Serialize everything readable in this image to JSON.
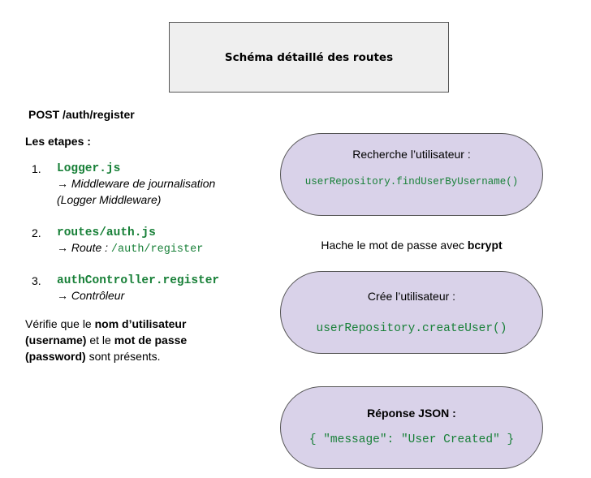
{
  "title": "Schéma détaillé des routes",
  "endpoint": "POST /auth/register",
  "steps_heading": "Les etapes  :",
  "steps": [
    {
      "num": "1.",
      "code": "Logger.js",
      "desc_line1": "→ Middleware de journalisation",
      "desc_line2": "(Logger Middleware)"
    },
    {
      "num": "2.",
      "code": "routes/auth.js",
      "desc_prefix": "→ Route : ",
      "route": "/auth/register"
    },
    {
      "num": "3.",
      "code": "authController.register",
      "desc_line1": "→ Contrôleur"
    }
  ],
  "verification": {
    "t1": "Vérifie que le ",
    "b1": "nom d’utilisateur (username)",
    "t2": " et le ",
    "b2": "mot de passe (password)",
    "t3": " sont présents."
  },
  "flow": {
    "find_label": "Recherche l’utilisateur :",
    "find_code": "userRepository.findUserByUsername()",
    "hash_text": "Hache le mot de passe avec ",
    "hash_bold": "bcrypt",
    "create_label": "Crée l’utilisateur :",
    "create_code": "userRepository.createUser()",
    "response_label": "Réponse JSON :",
    "response_code": "{ \"message\": \"User Created\" }"
  },
  "colors": {
    "pill_fill": "#d9d2e9",
    "code_green": "#188038",
    "title_fill": "#efefef"
  }
}
